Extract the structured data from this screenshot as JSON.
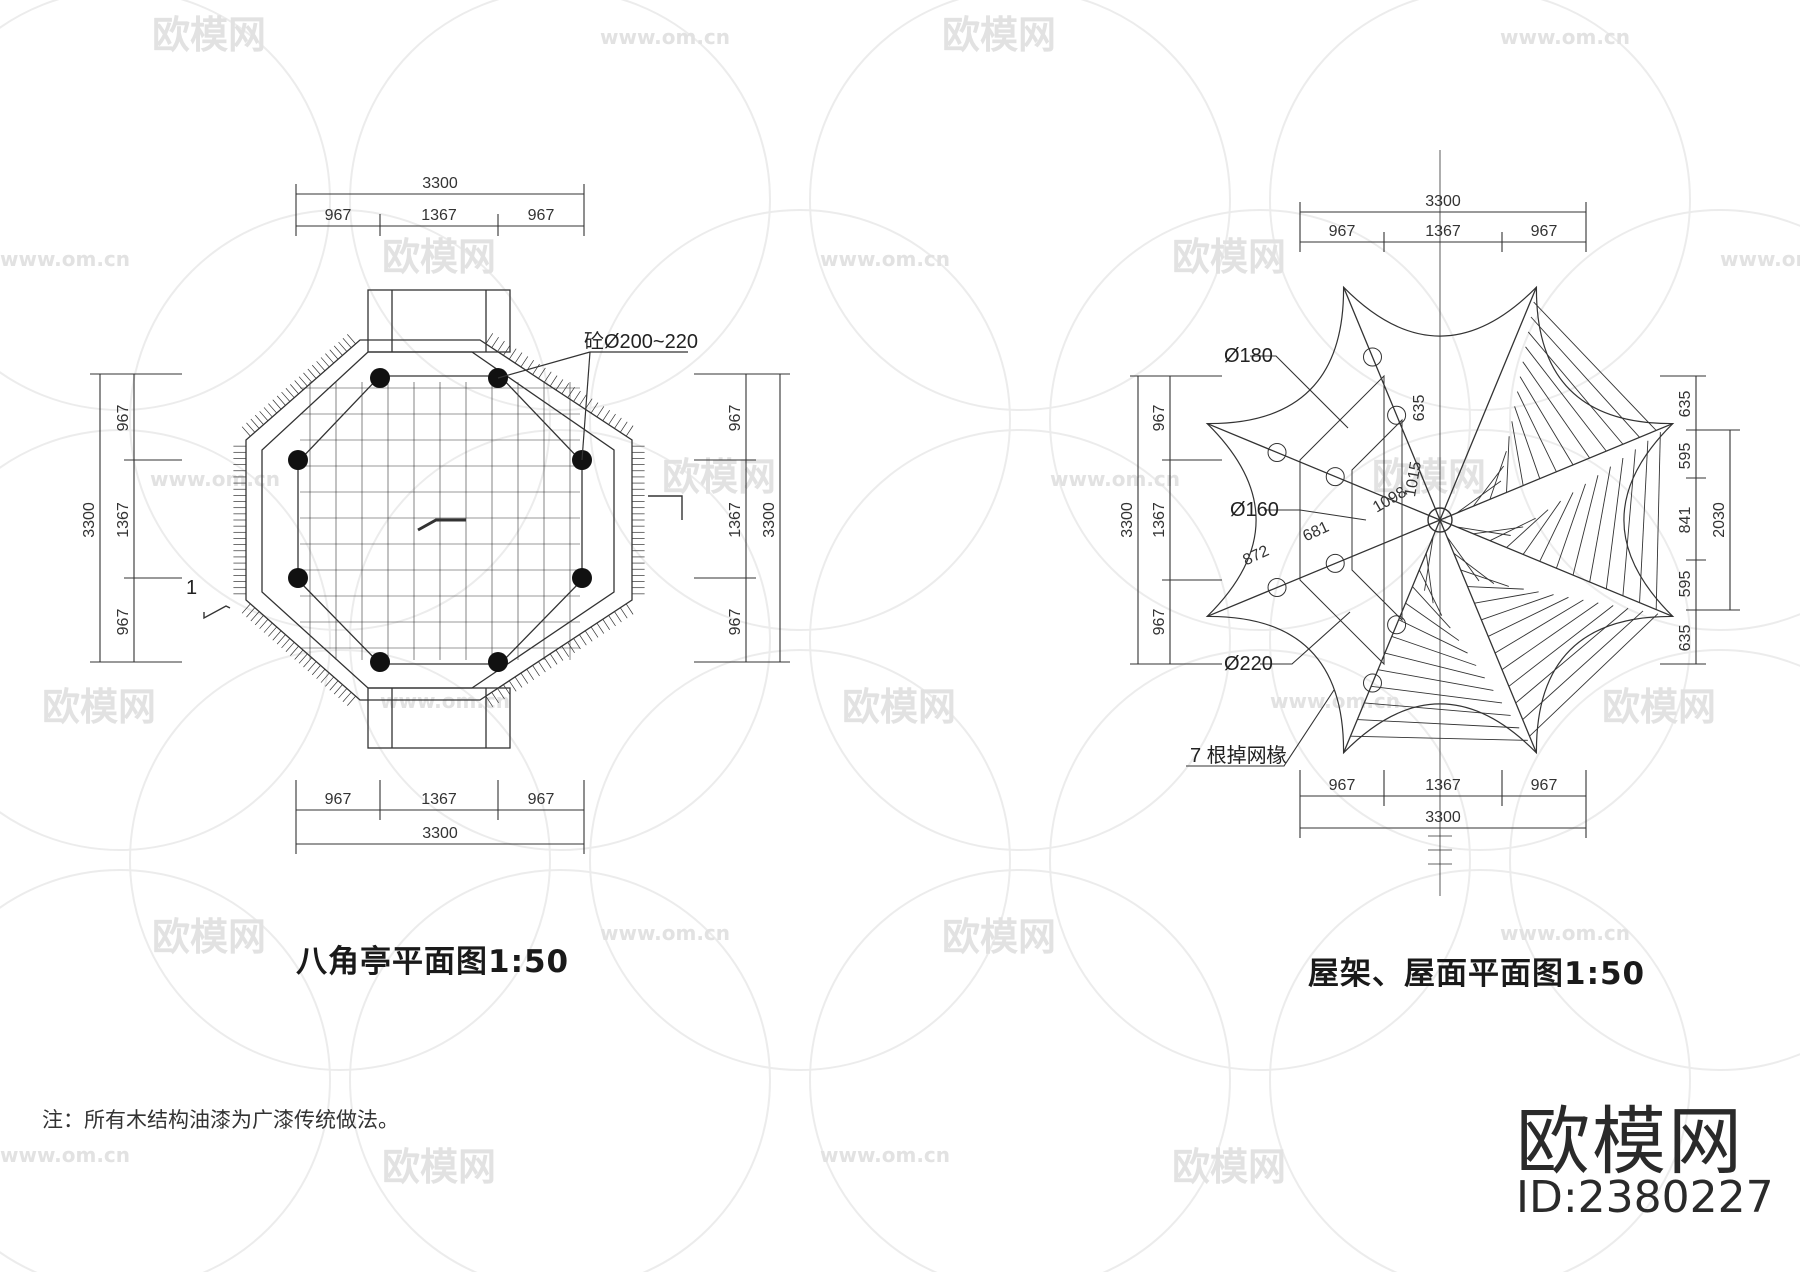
{
  "left_plan": {
    "title": "八角亭平面图1:50",
    "top_total": "3300",
    "top_segments": [
      "967",
      "1367",
      "967"
    ],
    "bottom_segments": [
      "967",
      "1367",
      "967"
    ],
    "bottom_total": "3300",
    "left_segments": [
      "967",
      "1367",
      "967"
    ],
    "left_total": "3300",
    "right_segments": [
      "967",
      "1367",
      "967"
    ],
    "right_total": "3300",
    "column_label": "砼Ø200~220",
    "section_mark": "1"
  },
  "right_plan": {
    "title": "屋架、屋面平面图1:50",
    "top_total": "3300",
    "top_segments": [
      "967",
      "1367",
      "967"
    ],
    "bottom_segments": [
      "967",
      "1367",
      "967"
    ],
    "bottom_total": "3300",
    "left_segments": [
      "967",
      "1367",
      "967"
    ],
    "left_total": "3300",
    "right_segments": [
      "635",
      "595",
      "841",
      "595",
      "635"
    ],
    "right_total": "2030",
    "labels": {
      "d180": "Ø180",
      "d160": "Ø160",
      "d220": "Ø220",
      "rafters": "7 根掉网椽"
    },
    "inner_dims": [
      "635",
      "1015",
      "1098",
      "681",
      "872"
    ]
  },
  "note": "注：所有木结构油漆为广漆传统做法。",
  "brand": {
    "name": "欧模网",
    "id": "ID:2380227",
    "watermark_text": "欧模网",
    "watermark_url": "www.om.cn"
  }
}
